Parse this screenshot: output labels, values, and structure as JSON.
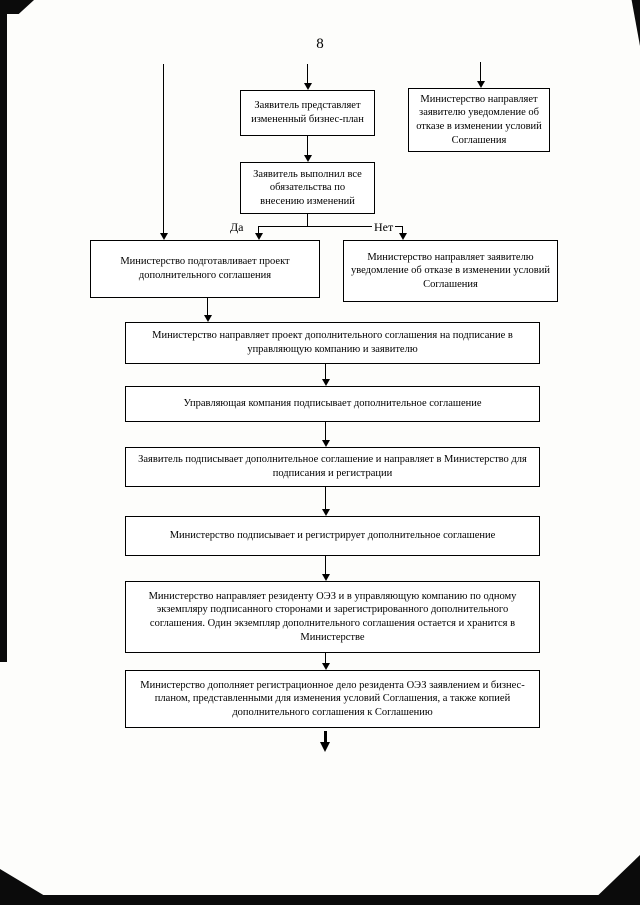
{
  "page_number": "8",
  "flowchart": {
    "branch_labels": {
      "yes": "Да",
      "no": "Нет"
    },
    "nodes": [
      {
        "id": "submit-plan",
        "text": "Заявитель представляет измененный бизнес-план"
      },
      {
        "id": "refusal-notice-top",
        "text": "Министерство направляет заявителю уведомление об отказе в изменении условий Соглашения"
      },
      {
        "id": "obligations-check",
        "text": "Заявитель выполнил все обязательства по внесению изменений"
      },
      {
        "id": "prepare-draft",
        "text": "Министерство подготавливает проект дополнительного соглашения"
      },
      {
        "id": "refusal-notice",
        "text": "Министерство направляет заявителю уведомление об отказе в изменении условий Соглашения"
      },
      {
        "id": "send-draft-for-signing",
        "text": "Министерство направляет проект дополнительного соглашения на подписание в управляющую компанию и заявителю"
      },
      {
        "id": "company-signs",
        "text": "Управляющая компания подписывает дополнительное соглашение"
      },
      {
        "id": "applicant-signs",
        "text": "Заявитель подписывает дополнительное соглашение и направляет в Министерство для подписания и регистрации"
      },
      {
        "id": "ministry-signs-registers",
        "text": "Министерство подписывает и регистрирует дополнительное соглашение"
      },
      {
        "id": "distribute-copies",
        "text": "Министерство направляет резиденту ОЭЗ и в управляющую компанию по одному экземпляру подписанного сторонами и зарегистрированного дополнительного соглашения. Один экземпляр дополнительного соглашения остается и хранится в Министерстве"
      },
      {
        "id": "update-registration-file",
        "text": "Министерство дополняет регистрационное дело резидента ОЭЗ заявлением и бизнес-планом, представленными для изменения условий Соглашения, а также копией дополнительного соглашения к Соглашению"
      }
    ]
  }
}
